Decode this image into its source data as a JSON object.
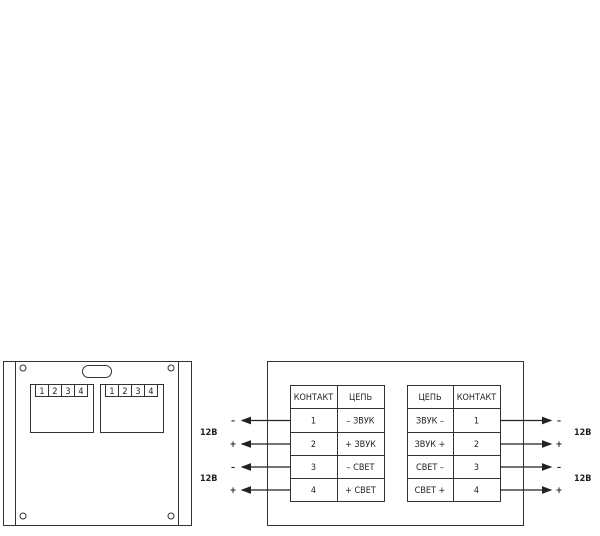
{
  "device": {
    "blocks": [
      {
        "terminals": [
          "1",
          "2",
          "3",
          "4"
        ]
      },
      {
        "terminals": [
          "1",
          "2",
          "3",
          "4"
        ]
      }
    ]
  },
  "left_table": {
    "headers": [
      "КОНТАКТ",
      "ЦЕПЬ"
    ],
    "rows": [
      [
        "1",
        "– ЗВУК"
      ],
      [
        "2",
        "+ ЗВУК"
      ],
      [
        "3",
        "– СВЕТ"
      ],
      [
        "4",
        "+ СВЕТ"
      ]
    ],
    "polarity": [
      "–",
      "+",
      "–",
      "+"
    ],
    "voltage_labels": [
      "12В",
      "12В"
    ]
  },
  "right_table": {
    "headers": [
      "ЦЕПЬ",
      "КОНТАКТ"
    ],
    "rows": [
      [
        "ЗВУК –",
        "1"
      ],
      [
        "ЗВУК +",
        "2"
      ],
      [
        "СВЕТ –",
        "3"
      ],
      [
        "СВЕТ +",
        "4"
      ]
    ],
    "polarity": [
      "–",
      "+",
      "–",
      "+"
    ],
    "voltage_labels": [
      "12В",
      "12В"
    ]
  }
}
